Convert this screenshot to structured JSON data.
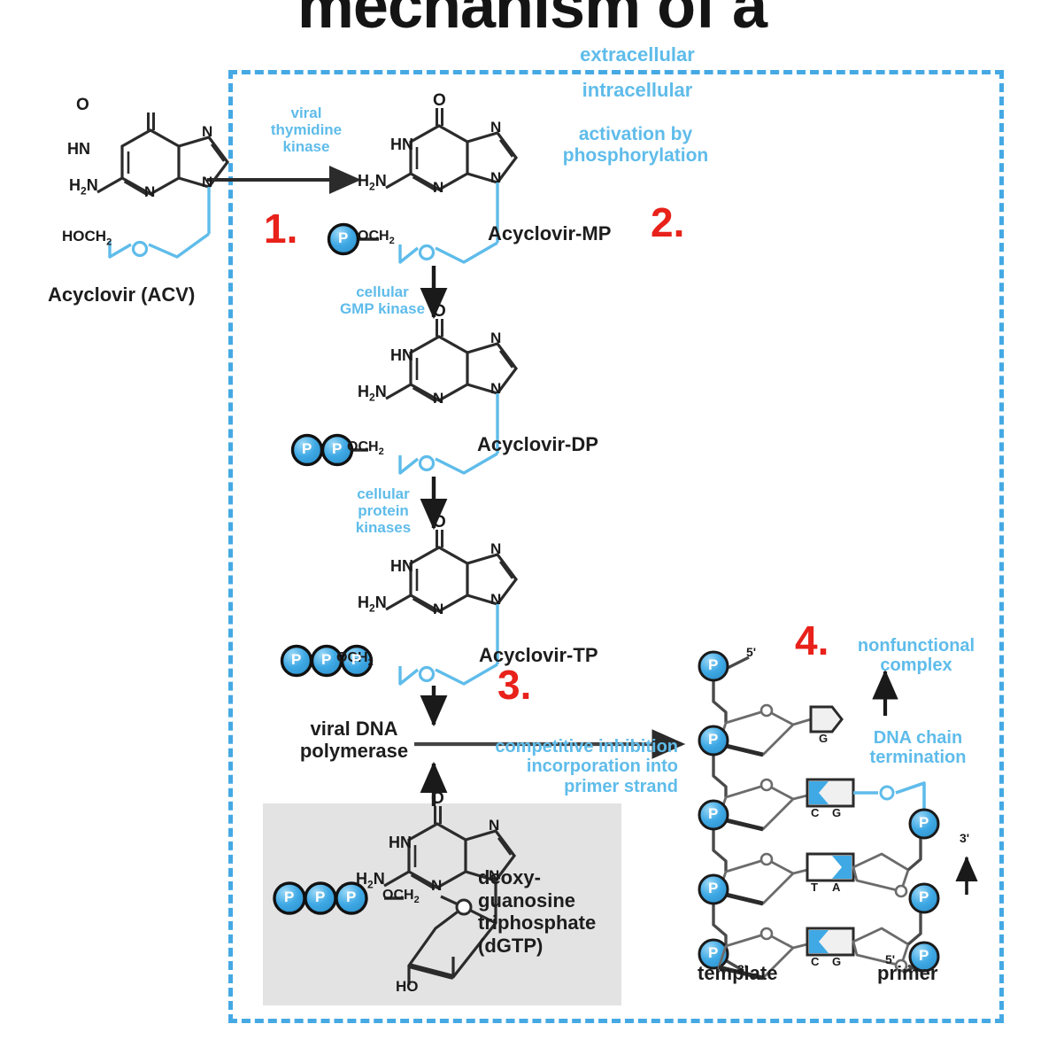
{
  "title": "mechanism of a",
  "colors": {
    "accent_blue": "#5FBCEA",
    "border_blue": "#45A9E4",
    "red": "#E8211A",
    "black": "#1d1d1d",
    "panel_gray": "#E3E3E3",
    "phosphate_fill": "#3FA9E5"
  },
  "membrane": {
    "extracellular": "extracellular",
    "intracellular": "intracellular"
  },
  "steps": {
    "one": "1.",
    "two": "2.",
    "three": "3.",
    "four": "4."
  },
  "enzymes": {
    "viral_thymidine_kinase": "viral\nthymidine\nkinase",
    "viral_tk_line1": "viral",
    "viral_tk_line2": "thymidine",
    "viral_tk_line3": "kinase",
    "cellular_gmp_kinase_line1": "cellular",
    "cellular_gmp_kinase_line2": "GMP kinase",
    "cellular_protein_kinases_line1": "cellular",
    "cellular_protein_kinases_line2": "protein",
    "cellular_protein_kinases_line3": "kinases",
    "viral_dna_polymerase_line1": "viral DNA",
    "viral_dna_polymerase_line2": "polymerase"
  },
  "annotations": {
    "activation_line1": "activation by",
    "activation_line2": "phosphorylation",
    "competitive_line1": "competitive inhibition",
    "competitive_line2": "incorporation into",
    "competitive_line3": "primer strand",
    "nonfunctional_line1": "nonfunctional",
    "nonfunctional_line2": "complex",
    "dna_termination_line1": "DNA chain",
    "dna_termination_line2": "termination"
  },
  "molecules": {
    "acyclovir": "Acyclovir (ACV)",
    "acyclovir_mp": "Acyclovir-MP",
    "acyclovir_dp": "Acyclovir-DP",
    "acyclovir_tp": "Acyclovir-TP",
    "dgtp_line1": "deoxy-",
    "dgtp_line2": "guanosine",
    "dgtp_line3": "triphosphate",
    "dgtp_line4": "(dGTP)"
  },
  "atom_labels": {
    "oxygen": "O",
    "hn": "HN",
    "h2n": "H",
    "h2n_sub": "2",
    "h2n_tail": "N",
    "nitrogen": "N",
    "hoch2": "HOCH",
    "hoch2_sub": "2",
    "och2": "OCH",
    "och2_sub": "2",
    "ho": "HO",
    "phosphate": "P"
  },
  "dna": {
    "template_label": "template",
    "primer_label": "primer",
    "template_5prime": "5'",
    "template_3prime": "3'",
    "primer_5prime": "5'",
    "primer_3prime": "3'",
    "bases": [
      {
        "left": "",
        "right": "G"
      },
      {
        "left": "C",
        "right": "G"
      },
      {
        "left": "T",
        "right": "A"
      },
      {
        "left": "C",
        "right": "G"
      }
    ]
  }
}
